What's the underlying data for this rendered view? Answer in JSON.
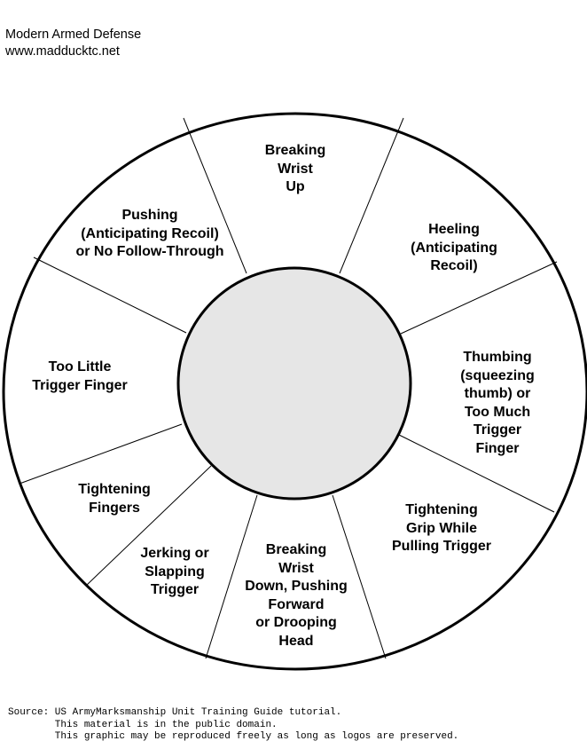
{
  "header": {
    "title": "Modern Armed Defense",
    "url": "www.madducktc.net"
  },
  "colors": {
    "center_fill": "#e6e6e6",
    "stroke": "#000000"
  },
  "segments": [
    {
      "id": "breaking-wrist-up",
      "text": "Breaking\nWrist\nUp"
    },
    {
      "id": "heeling",
      "text": "Heeling\n(Anticipating Recoil)"
    },
    {
      "id": "thumbing",
      "text": "Thumbing\n(squeezing thumb) or\nToo Much\nTrigger Finger"
    },
    {
      "id": "tightening-grip",
      "text": "Tightening\nGrip While\nPulling Trigger"
    },
    {
      "id": "breaking-wrist-down",
      "text": "Breaking\nWrist\nDown, Pushing\nForward\nor Drooping\nHead"
    },
    {
      "id": "jerking",
      "text": "Jerking or\nSlapping\nTrigger"
    },
    {
      "id": "tightening-fingers",
      "text": "Tightening\nFingers"
    },
    {
      "id": "too-little-finger",
      "text": "Too Little\nTrigger Finger"
    },
    {
      "id": "pushing",
      "text": "Pushing\n(Anticipating Recoil)\nor No Follow-Through"
    }
  ],
  "footer": {
    "line1": "Source: US ArmyMarksmanship Unit Training Guide tutorial.",
    "line2": "        This material is in the public domain.",
    "line3": "        This graphic may be reproduced freely as long as logos are preserved."
  }
}
